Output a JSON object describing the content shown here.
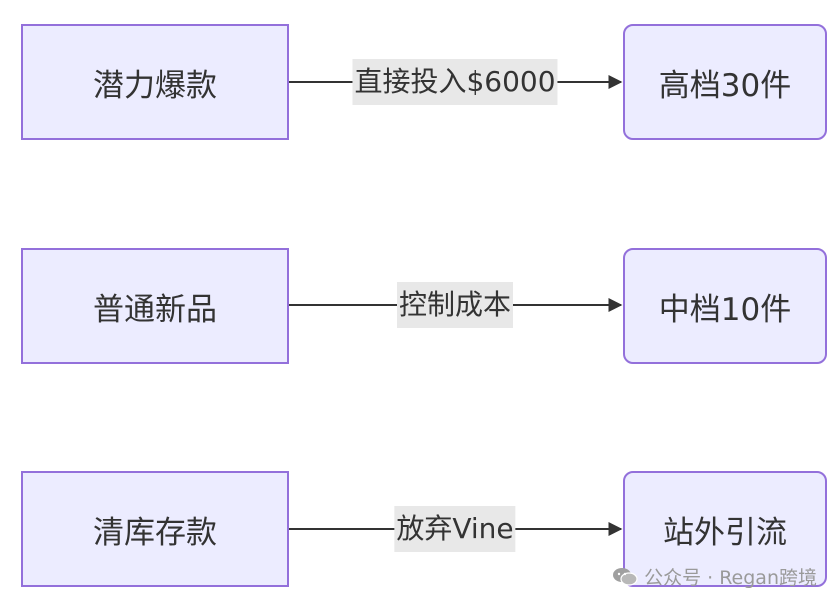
{
  "rows": [
    {
      "source": "潜力爆款",
      "edge": "直接投入$6000",
      "target": "高档30件"
    },
    {
      "source": "普通新品",
      "edge": "控制成本",
      "target": "中档10件"
    },
    {
      "source": "清库存款",
      "edge": "放弃Vine",
      "target": "站外引流"
    }
  ],
  "watermark": {
    "text": "公众号 · Regan跨境",
    "icon": "wechat-icon"
  },
  "colors": {
    "node_fill": "#ECECFF",
    "node_border": "#9370DB",
    "edge_label_bg": "#E8E8E8",
    "arrow": "#333333"
  }
}
